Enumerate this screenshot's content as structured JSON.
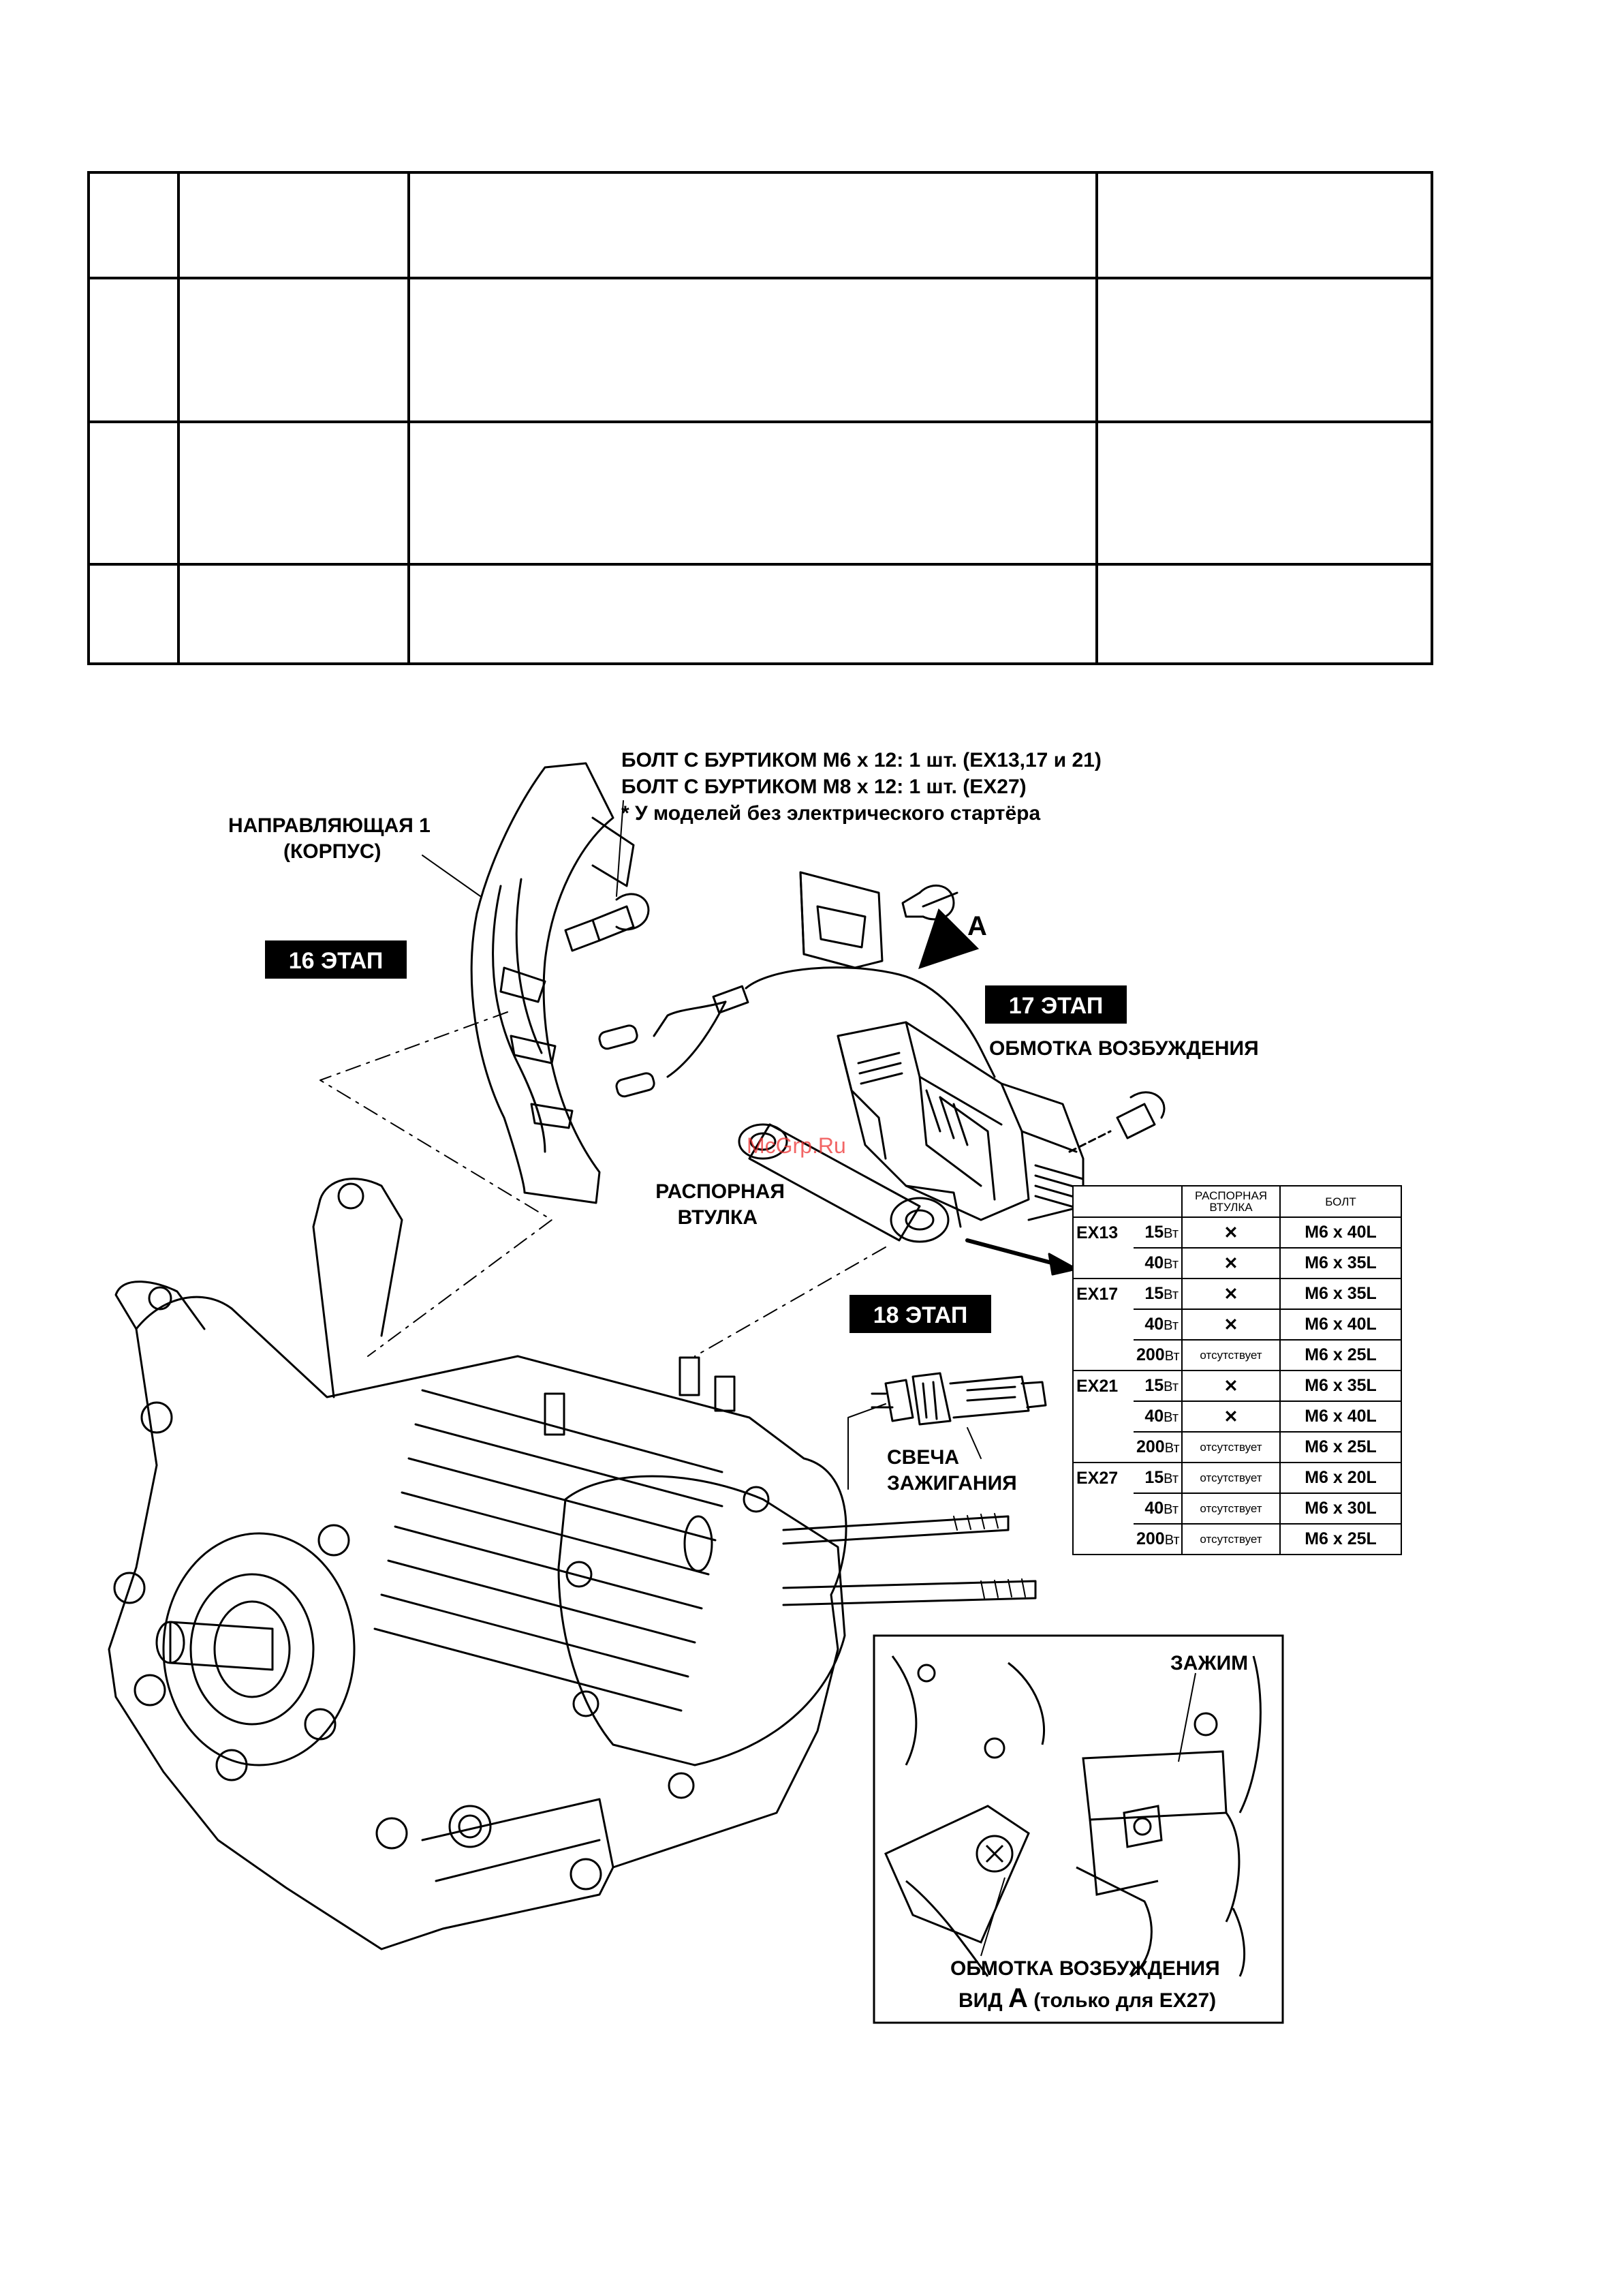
{
  "labels": {
    "bolt_line1": "БОЛТ С БУРТИКОМ М6 х 12: 1 шт. (EX13,17 и 21)",
    "bolt_line2": "БОЛТ С БУРТИКОМ М8 х 12: 1 шт. (EX27)",
    "bolt_line3": "* У моделей без электрического стартёра",
    "guide_line1": "НАПРАВЛЯЮЩАЯ 1",
    "guide_line2": "(КОРПУС)",
    "stage16": "16 ЭТАП",
    "stage17": "17 ЭТАП",
    "stage18": "18 ЭТАП",
    "arrow_a": "A",
    "excitation_coil": "ОБМОТКА ВОЗБУЖДЕНИЯ",
    "spacer_line1": "РАСПОРНАЯ",
    "spacer_line2": "ВТУЛКА",
    "plug_line1": "СВЕЧА",
    "plug_line2": "ЗАЖИГАНИЯ",
    "clamp": "ЗАЖИМ",
    "inset_coil": "ОБМОТКА ВОЗБУЖДЕНИЯ",
    "inset_view_prefix": "ВИД",
    "inset_view_letter": "A",
    "inset_view_suffix": "(только для EX27)",
    "watermark": "McGrp.Ru"
  },
  "spec_table": {
    "header_spacer_line1": "РАСПОРНАЯ",
    "header_spacer_line2": "ВТУЛКА",
    "header_bolt": "БОЛТ",
    "unit": "Вт",
    "rows": [
      {
        "model": "EX13",
        "power": "15",
        "spacer": "✕",
        "bolt": "M6 x 40L"
      },
      {
        "model": "",
        "power": "40",
        "spacer": "✕",
        "bolt": "M6 x 35L"
      },
      {
        "model": "EX17",
        "power": "15",
        "spacer": "✕",
        "bolt": "M6 x 35L"
      },
      {
        "model": "",
        "power": "40",
        "spacer": "✕",
        "bolt": "M6 x 40L"
      },
      {
        "model": "",
        "power": "200",
        "spacer": "отсутствует",
        "bolt": "M6 x 25L"
      },
      {
        "model": "EX21",
        "power": "15",
        "spacer": "✕",
        "bolt": "M6 x 35L"
      },
      {
        "model": "",
        "power": "40",
        "spacer": "✕",
        "bolt": "M6 x 40L"
      },
      {
        "model": "",
        "power": "200",
        "spacer": "отсутствует",
        "bolt": "M6 x 25L"
      },
      {
        "model": "EX27",
        "power": "15",
        "spacer": "отсутствует",
        "bolt": "M6 x 20L"
      },
      {
        "model": "",
        "power": "40",
        "spacer": "отсутствует",
        "bolt": "M6 x 30L"
      },
      {
        "model": "",
        "power": "200",
        "spacer": "отсутствует",
        "bolt": "M6 x 25L"
      }
    ]
  }
}
